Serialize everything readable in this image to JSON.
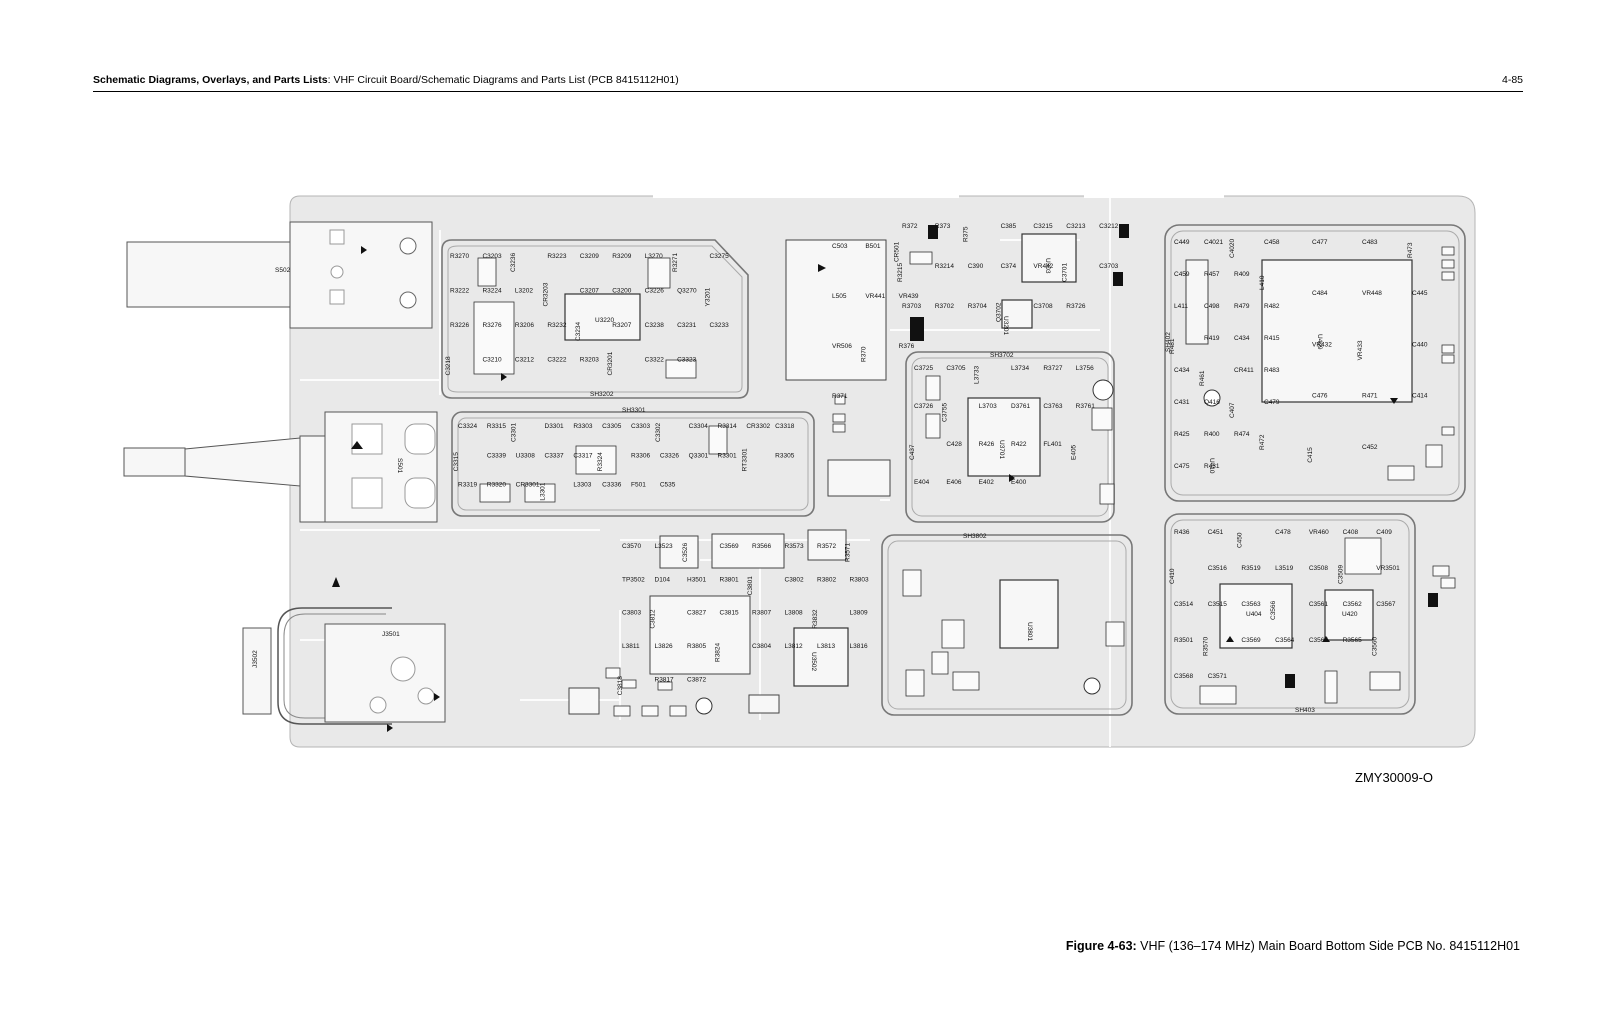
{
  "header": {
    "section": "Schematic Diagrams, Overlays, and Parts Lists",
    "title": ": VHF Circuit Board/Schematic Diagrams and Parts List (PCB 8415112H01)",
    "page_number": "4-85"
  },
  "drawing_number": "ZMY30009-O",
  "caption": {
    "label": "Figure 4-63:",
    "text": " VHF (136–174 MHz) Main Board Bottom Side PCB No. 8415112H01"
  },
  "colors": {
    "board": "#e9e9e9",
    "outline": "#777777",
    "part": "#f7f7f7",
    "ink": "#000000"
  },
  "board": {
    "shields": [
      "SH3202",
      "SH3301",
      "SH3702",
      "SH3802",
      "SH402",
      "SH403"
    ],
    "connectors": [
      "S502",
      "S501",
      "J3502",
      "J3501"
    ],
    "ics": [
      "U3220",
      "U3701",
      "U3801",
      "U409",
      "U404",
      "U420",
      "U3502",
      "U303",
      "U3201",
      "U410"
    ],
    "components": [
      "R3270",
      "C3203",
      "C3236",
      "R3223",
      "C3209",
      "R3209",
      "L3270",
      "R3271",
      "C3275",
      "R3222",
      "R3224",
      "L3202",
      "CR3203",
      "C3207",
      "C3200",
      "C3226",
      "Q3270",
      "Y3201",
      "R3226",
      "R3276",
      "R3206",
      "R3232",
      "C3234",
      "R3207",
      "C3238",
      "C3231",
      "C3233",
      "C3218",
      "C3210",
      "C3212",
      "C3222",
      "R3203",
      "CR3201",
      "C3322",
      "C3323",
      "C3324",
      "R3315",
      "C3301",
      "D3301",
      "R3303",
      "C3305",
      "C3303",
      "C3302",
      "C3304",
      "R3314",
      "CR3302",
      "C3318",
      "C3315",
      "C3339",
      "U3308",
      "C3337",
      "C3317",
      "R3324",
      "R3306",
      "C3326",
      "Q3301",
      "R3301",
      "RT3301",
      "R3305",
      "R3319",
      "R3320",
      "CR3301",
      "L3301",
      "L3303",
      "C3336",
      "F501",
      "C535",
      "C503",
      "B501",
      "CR501",
      "L505",
      "VR441",
      "VR439",
      "VR506",
      "R370",
      "R376",
      "R371",
      "R372",
      "R373",
      "R375",
      "C385",
      "C3215",
      "C3213",
      "C3212",
      "R3215",
      "R3214",
      "C390",
      "C374",
      "VR442",
      "C3701",
      "C3703",
      "R3703",
      "R3702",
      "R3704",
      "Q3702",
      "C3708",
      "R3726",
      "C3725",
      "C3705",
      "L3733",
      "L3734",
      "R3727",
      "L3756",
      "C3726",
      "C3755",
      "L3703",
      "D3761",
      "C3763",
      "R3761",
      "C437",
      "C428",
      "R426",
      "R422",
      "FL401",
      "E405",
      "E404",
      "E406",
      "E402",
      "E400",
      "C449",
      "C4021",
      "C4020",
      "C458",
      "C459",
      "R457",
      "R409",
      "L410",
      "L411",
      "C498",
      "R479",
      "R482",
      "R481",
      "R419",
      "C434",
      "R415",
      "C434",
      "R461",
      "CR411",
      "R483",
      "C431",
      "Q416",
      "C407",
      "C479",
      "R425",
      "R400",
      "R474",
      "R472",
      "C475",
      "R431",
      "C477",
      "C483",
      "R473",
      "C484",
      "VR448",
      "C445",
      "VR432",
      "VR433",
      "C440",
      "C476",
      "R471",
      "C414",
      "C415",
      "C452",
      "R436",
      "C451",
      "C450",
      "C478",
      "VR460",
      "C408",
      "C409",
      "C410",
      "C3516",
      "R3519",
      "L3519",
      "C3508",
      "C3509",
      "VR3501",
      "C3514",
      "C3515",
      "C3563",
      "C3566",
      "C3561",
      "C3562",
      "C3567",
      "R3501",
      "R3570",
      "C3569",
      "C3564",
      "C3565",
      "R3565",
      "C3560",
      "C3568",
      "C3571",
      "C3570",
      "L3523",
      "C3526",
      "C3569",
      "R3566",
      "R3573",
      "R3572",
      "R3571",
      "TP3502",
      "D104",
      "H3501",
      "R3801",
      "C3801",
      "C3802",
      "R3802",
      "R3803",
      "C3803",
      "C3812",
      "C3827",
      "C3815",
      "R3807",
      "L3808",
      "R3832",
      "L3809",
      "L3811",
      "L3826",
      "R3805",
      "R3824",
      "C3804",
      "L3812",
      "L3813",
      "L3816",
      "C3818",
      "R3817",
      "C3872"
    ]
  }
}
